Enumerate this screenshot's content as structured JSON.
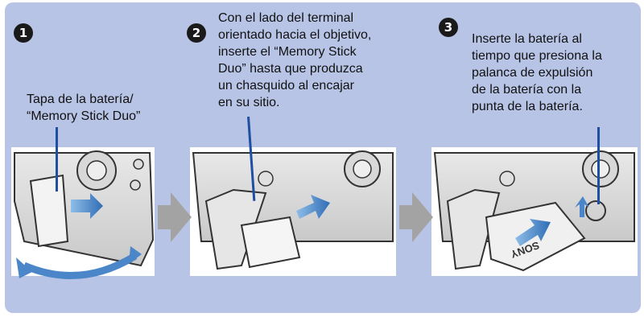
{
  "steps": [
    {
      "number": "1",
      "text": "Tapa de la batería/\n“Memory Stick Duo”"
    },
    {
      "number": "2",
      "text": "Con el lado del terminal\norientado hacia el objetivo,\ninserte el “Memory Stick\nDuo” hasta que produzca\nun chasquido al encajar\nen su sitio."
    },
    {
      "number": "3",
      "text": "Inserte la batería al\ntiempo que presiona la\npalanca de expulsión\nde la batería con la\npunta de la batería."
    }
  ],
  "battery_brand": "SONY",
  "colors": {
    "panel": "#b7c4e6",
    "callout": "#1f4fa0",
    "arrow_blue": "#4a86c8",
    "big_arrow": "#a3a3a3"
  }
}
